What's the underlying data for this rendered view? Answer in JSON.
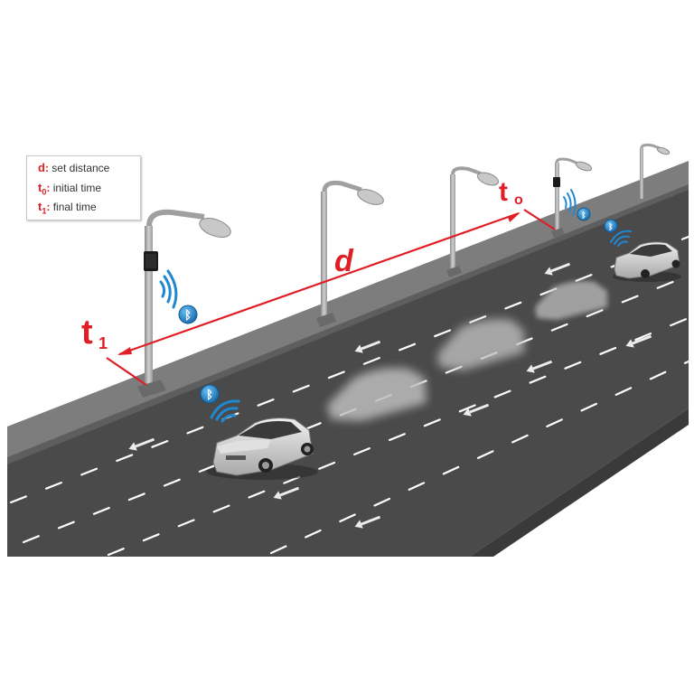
{
  "legend": {
    "d_symbol": "d",
    "d_text": "set distance",
    "t0_symbol": "t",
    "t0_sub": "0",
    "t0_text": "initial time",
    "t1_symbol": "t",
    "t1_sub": "1",
    "t1_text": "final time"
  },
  "labels": {
    "d": "d",
    "t0": "t",
    "t0_sub": "o",
    "t1": "t",
    "t1_sub": "1"
  },
  "bluetooth_symbol": "ᛒ",
  "colors": {
    "accent_red": "#e01e26",
    "bluetooth_blue": "#1e88d2",
    "road": "#4a4a4a",
    "sidewalk": "#7d7d7d",
    "curb": "#6a6a6a",
    "lane_mark": "#ffffff"
  }
}
